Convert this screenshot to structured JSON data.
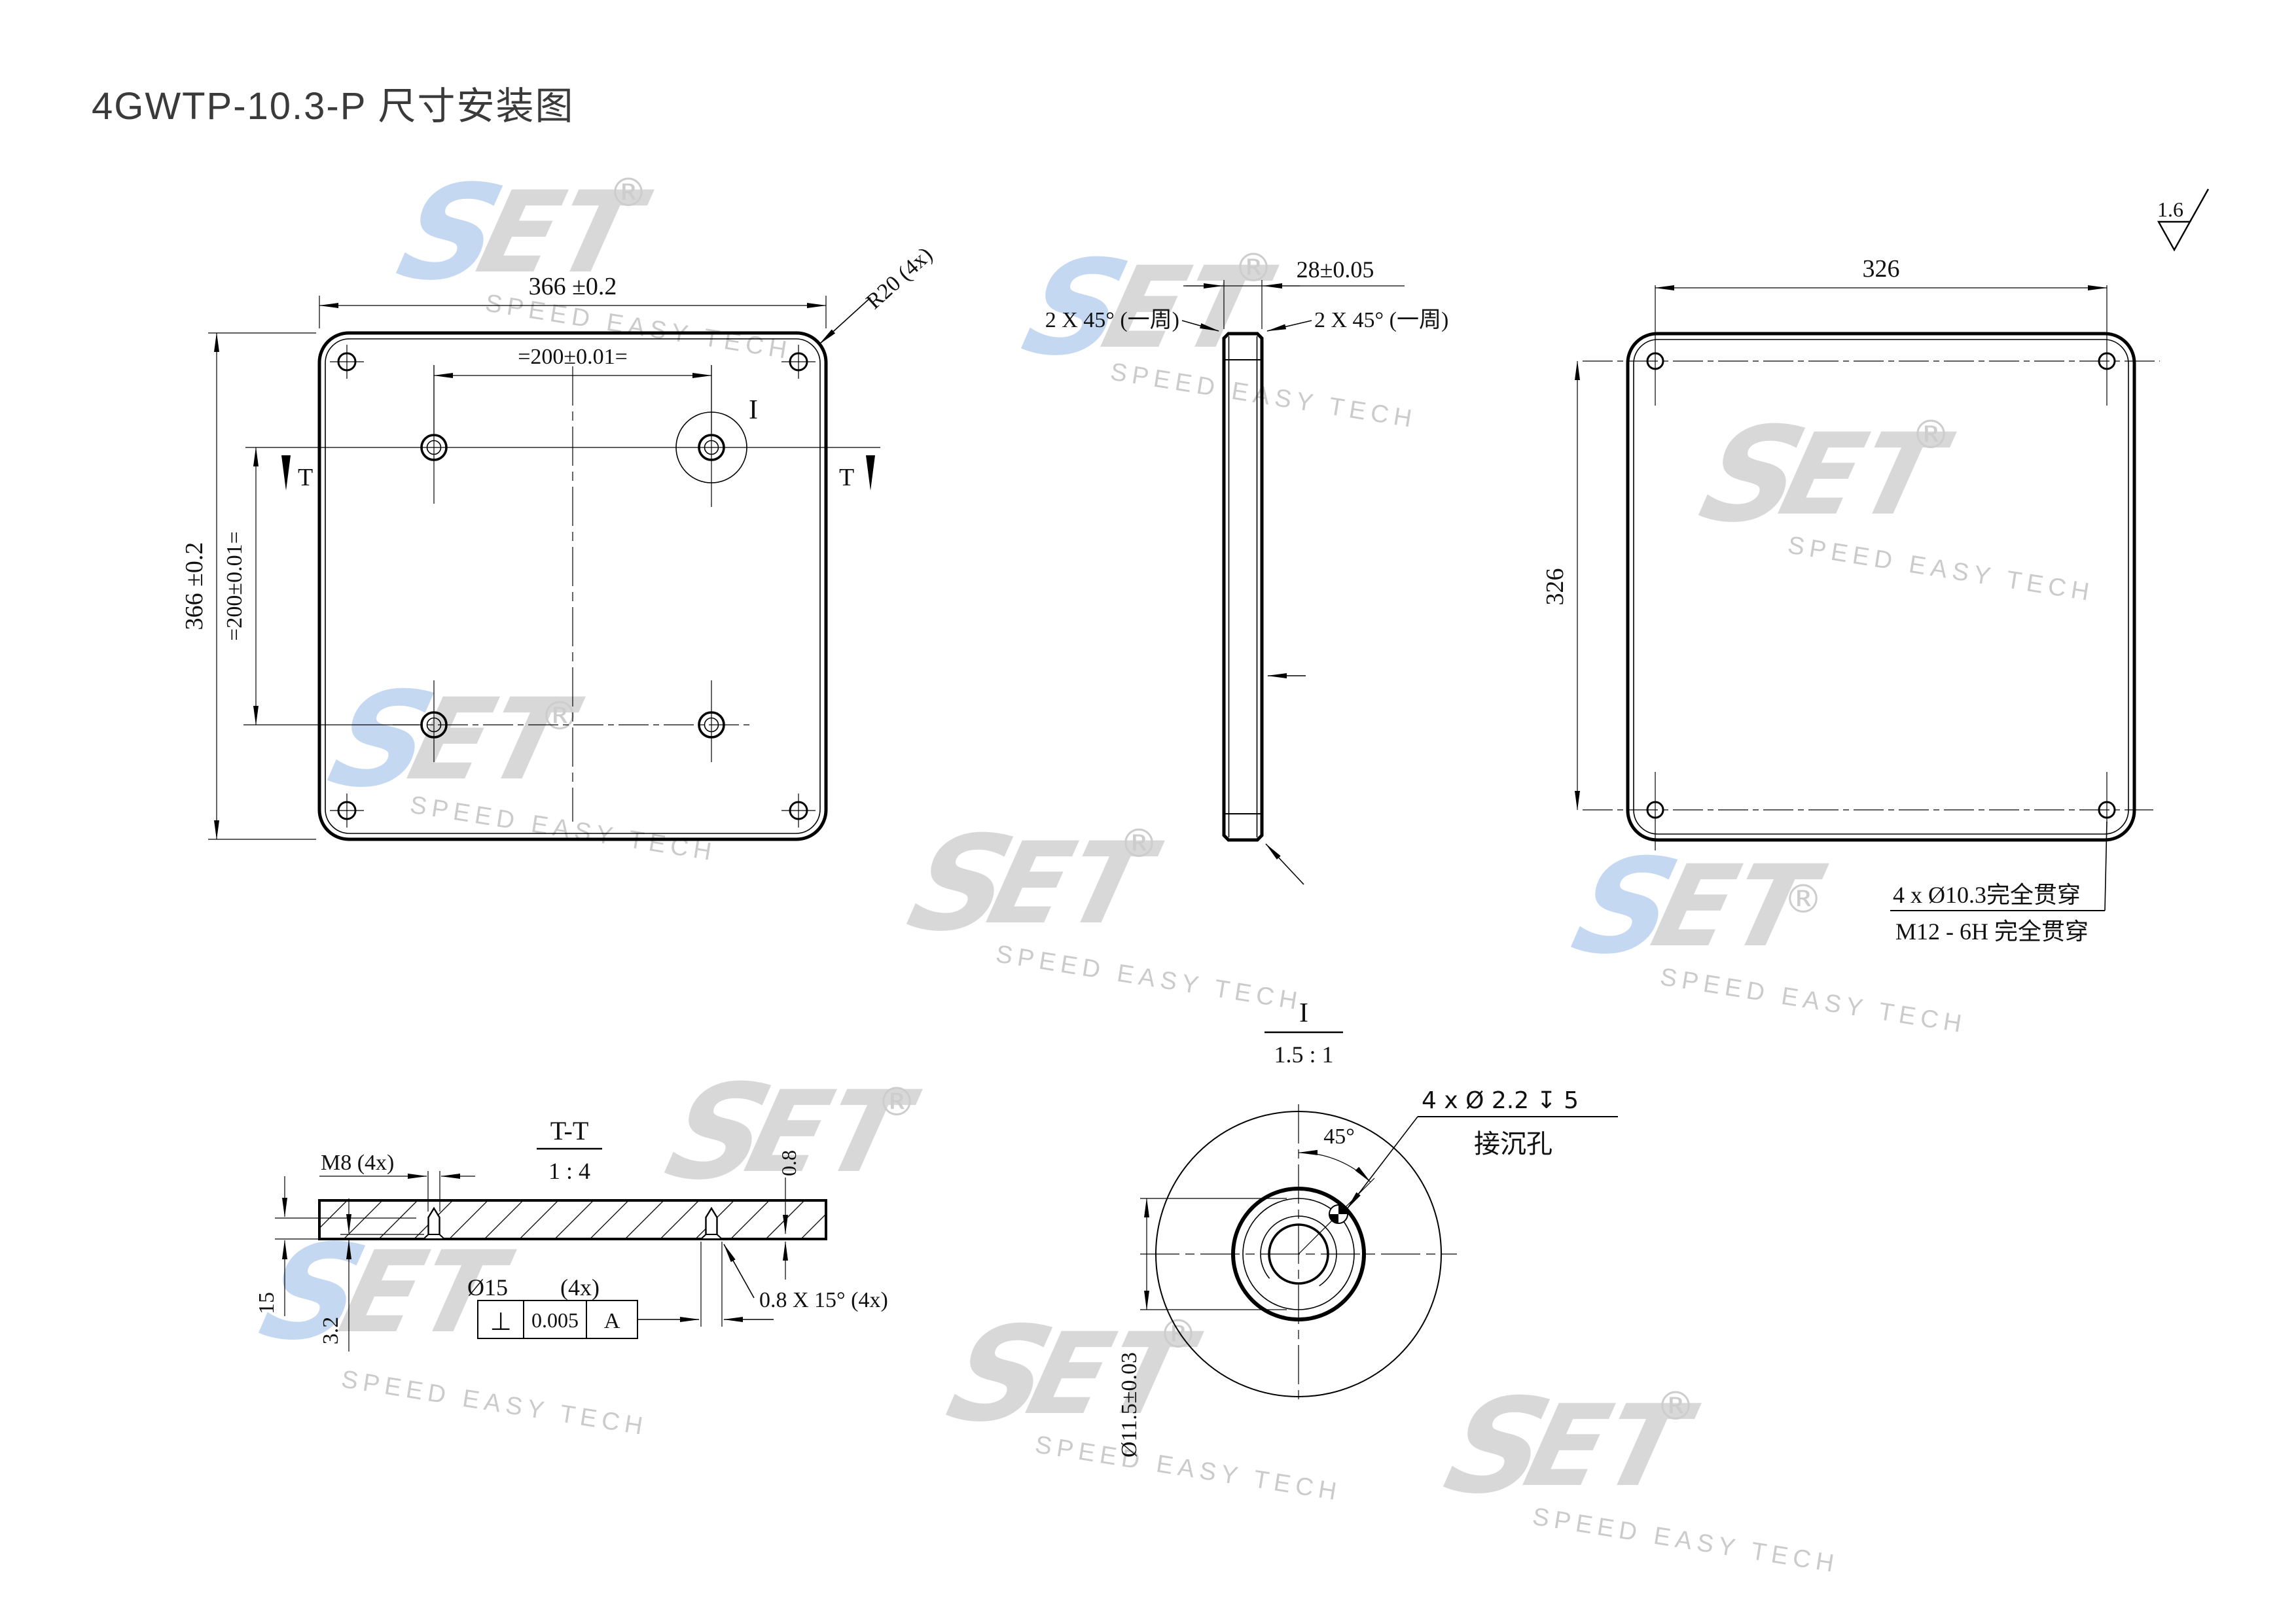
{
  "title": "4GWTP-10.3-P 尺寸安装图",
  "front_view": {
    "dim_width": "366 ±0.2",
    "dim_width_inner": "=200±0.01=",
    "dim_height": "366 ±0.2",
    "dim_height_inner": "=200±0.01=",
    "corner_radius": "R20 (4x)",
    "detail_label": "I",
    "section_label": "T"
  },
  "side_view": {
    "dim_thickness": "28±0.05",
    "chamfer_left": "2 X 45° (一周)",
    "chamfer_right": "2 X 45° (一周)"
  },
  "back_view": {
    "dim_width": "326",
    "dim_height": "326",
    "hole_note_line1": "4 x Ø10.3完全贯穿",
    "hole_note_line2": "M12 - 6H 完全贯穿",
    "surface_finish": "1.6"
  },
  "section_view": {
    "title": "T-T",
    "scale": "1 : 4",
    "thread_note": "M8 (4x)",
    "chamfer_depth": "0.8",
    "thread_depth": "15",
    "sink_depth": "3.2",
    "cbore_dia": "Ø15",
    "cbore_count": "(4x)",
    "fcf_symbol": "⊥",
    "fcf_tolerance": "0.005",
    "fcf_datum": "A",
    "chamfer_note": "0.8 X 15° (4x)"
  },
  "detail_view": {
    "title": "I",
    "scale": "1.5 : 1",
    "angle": "45°",
    "hole_note_line1": "4 x Ø 2.2 ↧ 5",
    "hole_note_line2": "接沉孔",
    "dim_dia": "Ø11.5±0.03"
  },
  "watermark": {
    "logo_s": "S",
    "logo_et": "ET",
    "reg": "®",
    "tagline": "SPEED EASY TECH"
  },
  "colors": {
    "watermark_blue": "#c5d8f1",
    "watermark_gray": "#d8d8d8",
    "line": "#000000",
    "title_text": "#3a3a3a"
  }
}
